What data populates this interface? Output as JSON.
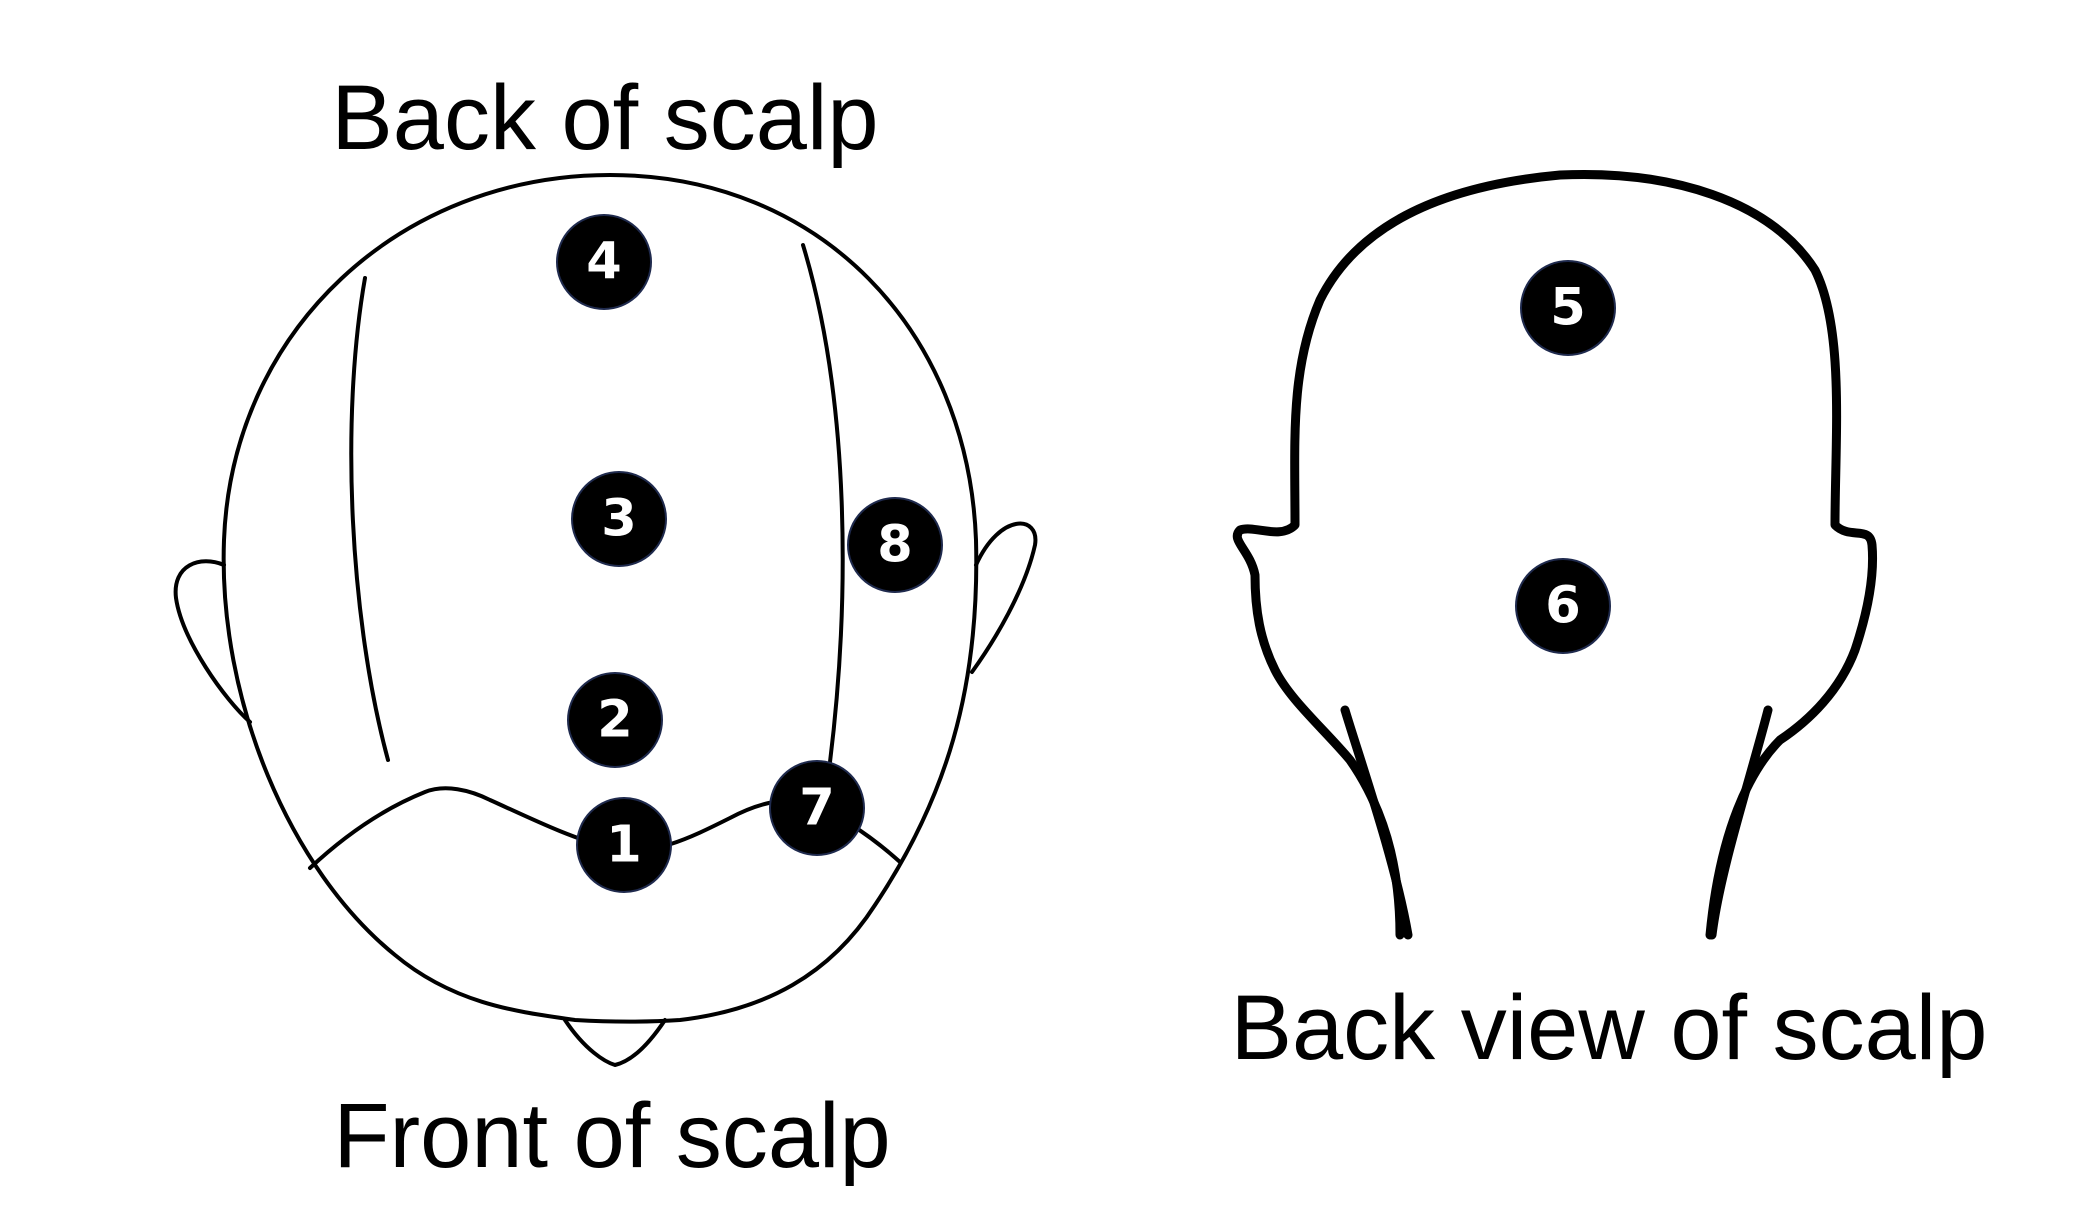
{
  "labels": {
    "top_view_top": "Back of scalp",
    "top_view_bottom": "Front of scalp",
    "back_view": "Back view of scalp"
  },
  "markers": [
    {
      "id": "1",
      "label": "1"
    },
    {
      "id": "2",
      "label": "2"
    },
    {
      "id": "3",
      "label": "3"
    },
    {
      "id": "4",
      "label": "4"
    },
    {
      "id": "5",
      "label": "5"
    },
    {
      "id": "6",
      "label": "6"
    },
    {
      "id": "7",
      "label": "7"
    },
    {
      "id": "8",
      "label": "8"
    }
  ],
  "colors": {
    "outline": "#000000",
    "marker_fill": "#000000",
    "marker_border": "#1f2a4d",
    "marker_text": "#ffffff"
  }
}
